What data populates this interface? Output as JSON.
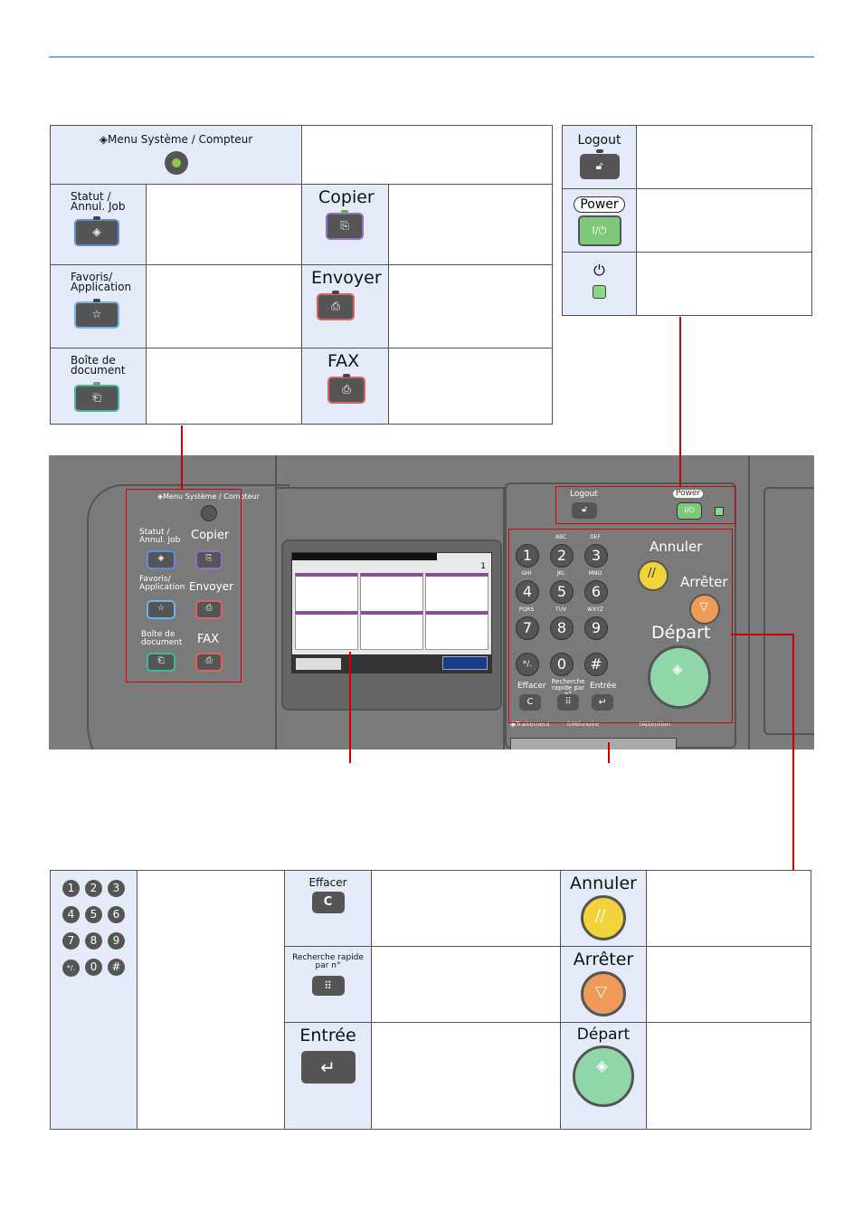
{
  "top_table": {
    "menu_label": "Menu Système / Compteur",
    "statut_label": "Statut / Annul. Job",
    "copier_label": "Copier",
    "favoris_label": "Favoris/ Application",
    "envoyer_label": "Envoyer",
    "boite_label": "Boîte de document",
    "fax_label": "FAX"
  },
  "right_table": {
    "logout_label": "Logout",
    "power_label": "Power",
    "power_key": "I/⏻"
  },
  "panel": {
    "menu_label": "Menu Système / Compteur",
    "statut_label": "Statut / Annul. Job",
    "copier_label": "Copier",
    "favoris_label": "Favoris/ Application",
    "envoyer_label": "Envoyer",
    "boite_label": "Boîte de document",
    "fax_label": "FAX",
    "logout_label": "Logout",
    "power_label": "Power",
    "power_key": "I/⏻",
    "screen_number": "1",
    "keys": [
      {
        "digit": "1",
        "letters": ""
      },
      {
        "digit": "2",
        "letters": "ABC"
      },
      {
        "digit": "3",
        "letters": "DEF"
      },
      {
        "digit": "4",
        "letters": "GHI"
      },
      {
        "digit": "5",
        "letters": "JKL"
      },
      {
        "digit": "6",
        "letters": "MNO"
      },
      {
        "digit": "7",
        "letters": "PQRS"
      },
      {
        "digit": "8",
        "letters": "TUV"
      },
      {
        "digit": "9",
        "letters": "WXYZ"
      },
      {
        "digit": "*/.",
        "letters": ""
      },
      {
        "digit": "0",
        "letters": ""
      },
      {
        "digit": "#",
        "letters": ""
      }
    ],
    "annuler_label": "Annuler",
    "arreter_label": "Arrêter",
    "depart_label": "Départ",
    "effacer_label": "Effacer",
    "recherche_label": "Recherche rapide par n°",
    "entree_label": "Entrée",
    "effacer_key": "C",
    "traitement_label": "Traitement",
    "memoire_label": "Mémoire",
    "attention_label": "Attention"
  },
  "bottom_table": {
    "digits": [
      "1",
      "2",
      "3",
      "4",
      "5",
      "6",
      "7",
      "8",
      "9",
      "*/.",
      "0",
      "#"
    ],
    "effacer_label": "Effacer",
    "effacer_key": "C",
    "recherche_label": "Recherche rapide par n°",
    "entree_label": "Entrée",
    "annuler_label": "Annuler",
    "arreter_label": "Arrêter",
    "depart_label": "Départ"
  },
  "colors": {
    "rule": "#7ab3e0",
    "cell_blue": "#e4eaf7",
    "callout_red": "#cc0000",
    "annuler_yellow": "#f2d33a",
    "arreter_orange": "#f09a5a",
    "depart_green": "#8fd6a8",
    "power_green": "#7ec87a"
  }
}
